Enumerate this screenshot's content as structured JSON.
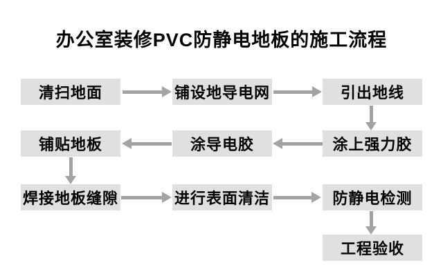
{
  "title": "办公室装修PVC防静电地板的施工流程",
  "colors": {
    "box_fill": "#e0e0e0",
    "arrow": "#a3a3a3",
    "text": "#000000",
    "background": "#ffffff"
  },
  "flow": {
    "nodes": [
      {
        "id": "sweep-ground",
        "label": "清扫地面"
      },
      {
        "id": "lay-conductive-mesh",
        "label": "铺设地导电网"
      },
      {
        "id": "lead-out-ground-wire",
        "label": "引出地线"
      },
      {
        "id": "apply-strong-adhesive",
        "label": "涂上强力胶"
      },
      {
        "id": "apply-conductive-adhesive",
        "label": "涂导电胶"
      },
      {
        "id": "lay-floor-tiles",
        "label": "铺贴地板"
      },
      {
        "id": "weld-floor-seams",
        "label": "焊接地板缝隙"
      },
      {
        "id": "surface-cleaning",
        "label": "进行表面清洁"
      },
      {
        "id": "antistatic-test",
        "label": "防静电检测"
      },
      {
        "id": "project-acceptance",
        "label": "工程验收"
      }
    ],
    "edges": [
      {
        "from": "清扫地面",
        "to": "铺设地导电网",
        "direction": "right"
      },
      {
        "from": "铺设地导电网",
        "to": "引出地线",
        "direction": "right"
      },
      {
        "from": "引出地线",
        "to": "涂上强力胶",
        "direction": "down"
      },
      {
        "from": "涂上强力胶",
        "to": "涂导电胶",
        "direction": "left"
      },
      {
        "from": "涂导电胶",
        "to": "铺贴地板",
        "direction": "left"
      },
      {
        "from": "铺贴地板",
        "to": "焊接地板缝隙",
        "direction": "down"
      },
      {
        "from": "焊接地板缝隙",
        "to": "进行表面清洁",
        "direction": "right"
      },
      {
        "from": "进行表面清洁",
        "to": "防静电检测",
        "direction": "right"
      },
      {
        "from": "防静电检测",
        "to": "工程验收",
        "direction": "down"
      }
    ]
  }
}
